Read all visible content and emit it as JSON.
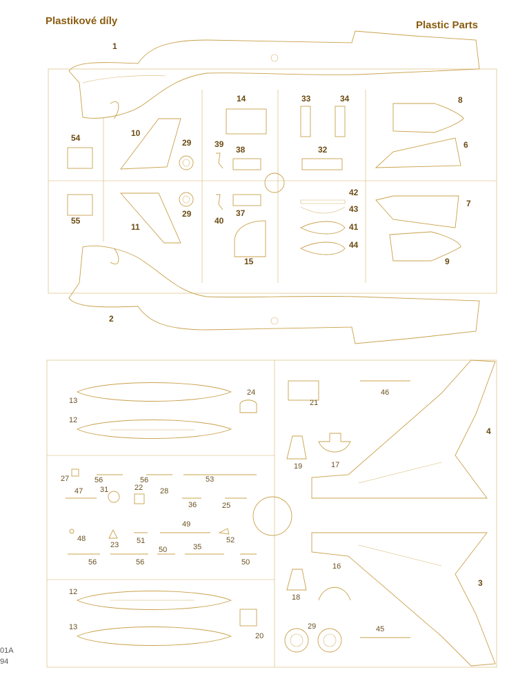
{
  "header": {
    "title_cz": "Plastikové díly",
    "title_en": "Plastic Parts"
  },
  "labels": {
    "p1": "1",
    "p2": "2",
    "p3": "3",
    "p4": "4",
    "p6": "6",
    "p7": "7",
    "p8": "8",
    "p9": "9",
    "p10": "10",
    "p11": "11",
    "p12a": "12",
    "p12b": "12",
    "p13a": "13",
    "p13b": "13",
    "p14": "14",
    "p15": "15",
    "p16": "16",
    "p17": "17",
    "p18": "18",
    "p19": "19",
    "p20": "20",
    "p21": "21",
    "p22": "22",
    "p23": "23",
    "p24": "24",
    "p25": "25",
    "p27": "27",
    "p28": "28",
    "p29a": "29",
    "p29b": "29",
    "p29c": "29",
    "p31": "31",
    "p32": "32",
    "p33": "33",
    "p34": "34",
    "p35": "35",
    "p36": "36",
    "p37": "37",
    "p38": "38",
    "p39": "39",
    "p40": "40",
    "p41": "41",
    "p42": "42",
    "p43": "43",
    "p44": "44",
    "p45": "45",
    "p46": "46",
    "p47": "47",
    "p48": "48",
    "p49": "49",
    "p50a": "50",
    "p50b": "50",
    "p51": "51",
    "p52": "52",
    "p53": "53",
    "p54": "54",
    "p55": "55",
    "p56a": "56",
    "p56b": "56",
    "p56c": "56",
    "p56d": "56"
  },
  "footer": {
    "code_a": "01A",
    "code_b": "94"
  }
}
